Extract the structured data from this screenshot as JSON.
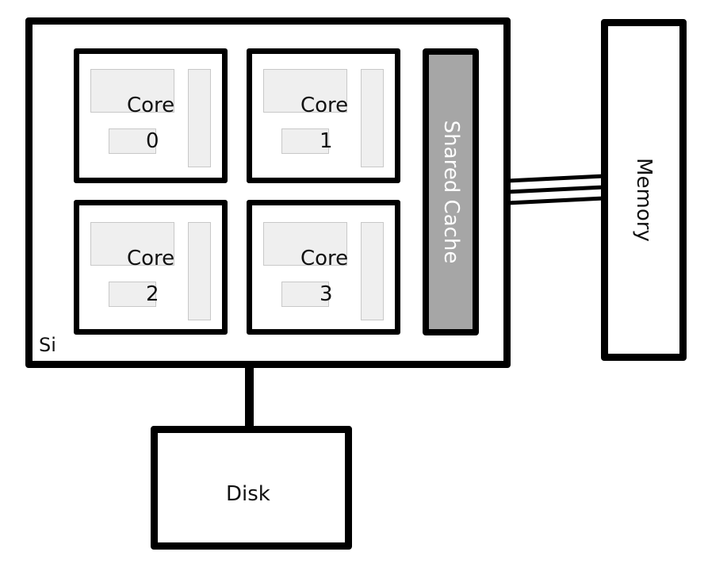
{
  "chip": {
    "label": "Si"
  },
  "cores": [
    {
      "name": "Core",
      "id": "0"
    },
    {
      "name": "Core",
      "id": "1"
    },
    {
      "name": "Core",
      "id": "2"
    },
    {
      "name": "Core",
      "id": "3"
    }
  ],
  "shared_cache": {
    "label": "Shared Cache"
  },
  "memory": {
    "label": "Memory"
  },
  "disk": {
    "label": "Disk"
  },
  "colors": {
    "line": "#000000",
    "cache_fill": "#a6a6a6",
    "cache_text": "#ffffff",
    "ghost_fill": "#efefef"
  }
}
